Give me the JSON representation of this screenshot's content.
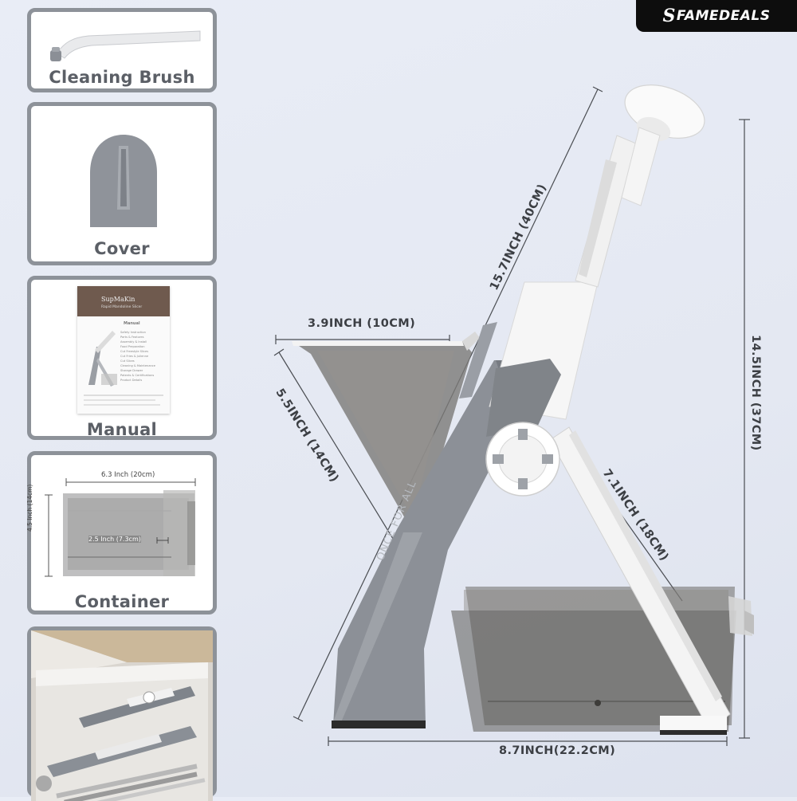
{
  "brand": {
    "logo_glyph": "S",
    "name": "FAMEDEALS"
  },
  "accessories": [
    {
      "label": "Cleaning Brush",
      "icon": "cleaning-brush-icon"
    },
    {
      "label": "Cover",
      "icon": "cover-icon"
    },
    {
      "label": "Manual",
      "icon": "manual-icon"
    },
    {
      "label": "Container",
      "icon": "container-icon"
    }
  ],
  "manual_page": {
    "brand": "SupMaKin",
    "subtitle": "Rapid Mandoline Slicer",
    "toc_title": "Manual",
    "toc_items": [
      "Safety Instruction",
      "Parts & Features",
      "Assembly & Install",
      "Food Preparation",
      "Cut Freestyle Slices",
      "Cut Fries & Julienne",
      "Cut Slices",
      "Cleaning & Maintenance",
      "Storage Drawer",
      "Patents & Certifications",
      "Product Details"
    ]
  },
  "container_dims": {
    "width": "6.3 Inch (20cm)",
    "height": "4.5 Inch (14cm)",
    "depth": "2.5 Inch (7.3cm)"
  },
  "product_dims": {
    "chute_width": "3.9INCH (10CM)",
    "chute_height": "5.5INCH (14CM)",
    "total_length": "15.7INCH (40CM)",
    "total_height": "14.5INCH (37CM)",
    "leg_length": "7.1INCH (18CM)",
    "base_width": "8.7INCH(22.2CM)"
  },
  "product_text": {
    "body_print": "ONCE FOR ALL"
  },
  "colors": {
    "frame_gray": "#8d9299",
    "label_gray": "#5b5f66",
    "slicer_gray": "#8c9097",
    "slicer_white": "#f6f6f6"
  }
}
